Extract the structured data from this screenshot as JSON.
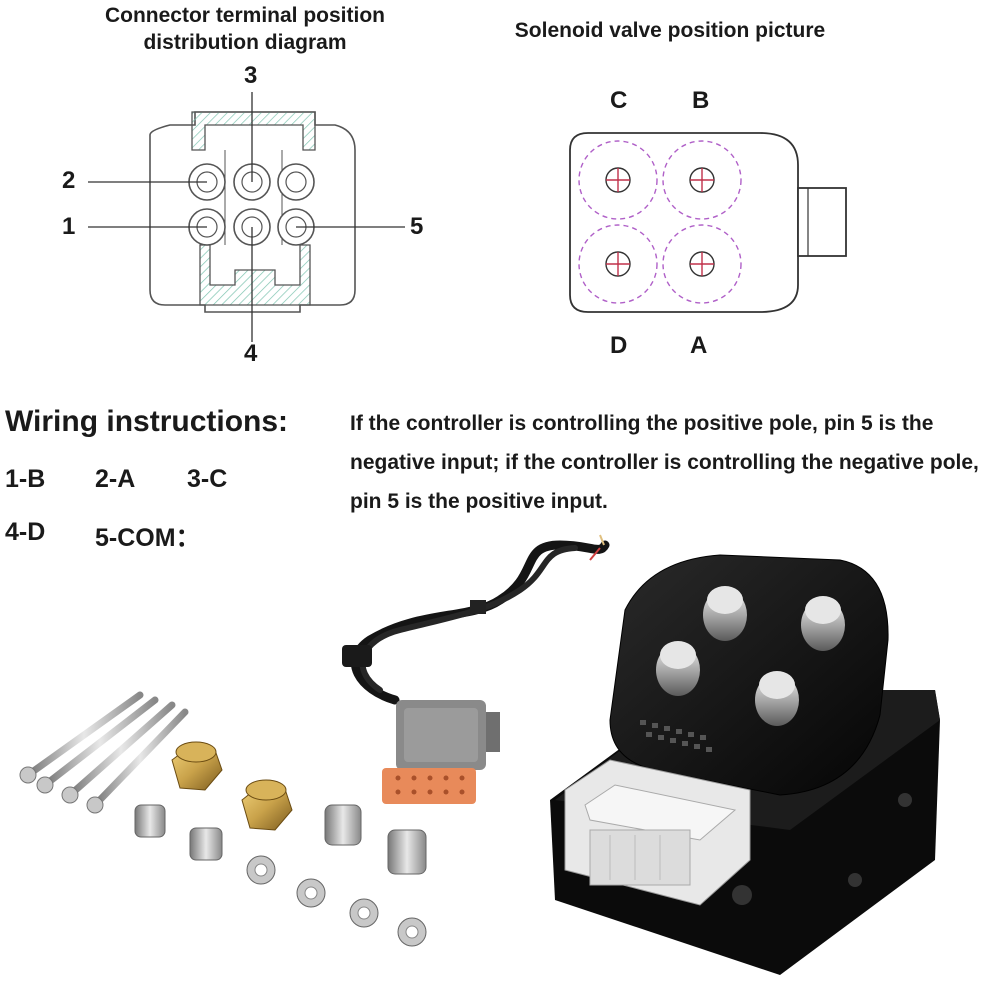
{
  "connector": {
    "title_line1": "Connector terminal position",
    "title_line2": "distribution diagram",
    "pins": {
      "p1": "1",
      "p2": "2",
      "p3": "3",
      "p4": "4",
      "p5": "5"
    }
  },
  "valve": {
    "title": "Solenoid valve position picture",
    "labels": {
      "a": "A",
      "b": "B",
      "c": "C",
      "d": "D"
    }
  },
  "wiring": {
    "title": "Wiring instructions:",
    "items": [
      "1-B",
      "2-A",
      "3-C",
      "4-D",
      "5-COM："
    ]
  },
  "note": {
    "text": "If the controller is controlling the positive pole, pin 5 is the negative input; if the controller is controlling the negative pole, pin 5 is the positive input."
  },
  "colors": {
    "hatch": "#7fc4b0",
    "circle_dash": "#b060c8",
    "cross": "#c0304a",
    "block": "#111111",
    "plug_white": "#e8e8e8",
    "plug_gray": "#8a8a8a",
    "plug_orange": "#e88a5a",
    "brass": "#c9a24a"
  }
}
